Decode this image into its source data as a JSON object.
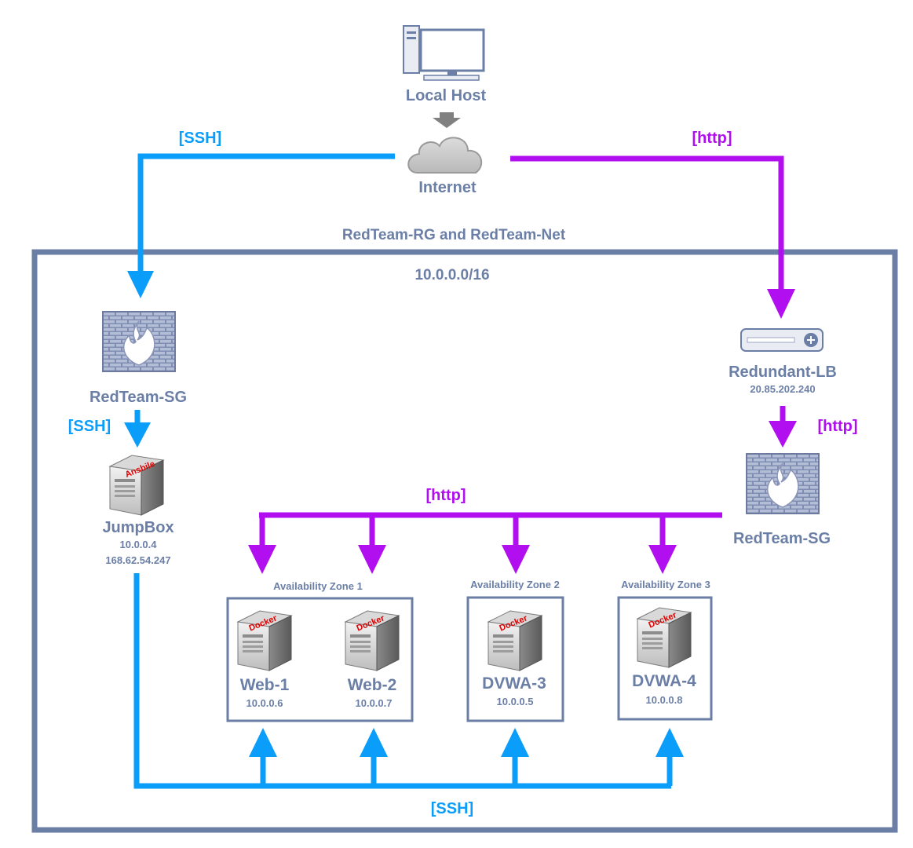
{
  "nodes": {
    "local_host": {
      "label": "Local Host"
    },
    "internet": {
      "label": "Internet"
    },
    "network": {
      "label": "RedTeam-RG and RedTeam-Net",
      "cidr": "10.0.0.0/16"
    },
    "sg_left": {
      "label": "RedTeam-SG"
    },
    "sg_right": {
      "label": "RedTeam-SG"
    },
    "lb": {
      "label": "Redundant-LB",
      "ip": "20.85.202.240"
    },
    "jumpbox": {
      "label": "JumpBox",
      "ip_private": "10.0.0.4",
      "ip_public": "168.62.54.247",
      "tag": "Ansbile"
    },
    "web1": {
      "label": "Web-1",
      "ip": "10.0.0.6",
      "tag": "Docker"
    },
    "web2": {
      "label": "Web-2",
      "ip": "10.0.0.7",
      "tag": "Docker"
    },
    "dvwa3": {
      "label": "DVWA-3",
      "ip": "10.0.0.5",
      "tag": "Docker"
    },
    "dvwa4": {
      "label": "DVWA-4",
      "ip": "10.0.0.8",
      "tag": "Docker"
    }
  },
  "zones": {
    "az1": "Availability Zone 1",
    "az2": "Availability Zone 2",
    "az3": "Availability Zone 3"
  },
  "edge_labels": {
    "ssh_top": "[SSH]",
    "ssh_mid": "[SSH]",
    "ssh_bottom": "[SSH]",
    "http_top": "[http]",
    "http_right": "[http]",
    "http_mid": "[http]"
  },
  "colors": {
    "ssh": "#0a9dfa",
    "http": "#b20ff0",
    "frame": "#6b7fa6",
    "label": "#6b7fa6"
  }
}
